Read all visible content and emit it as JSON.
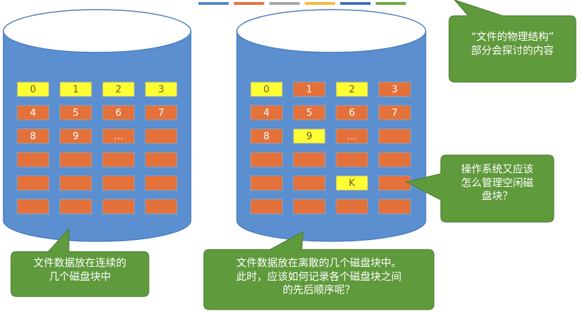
{
  "colors": {
    "cylinder": "#5b8fd0",
    "cylinder_edge": "#4a7dbd",
    "block_orange": "#e4703a",
    "block_yellow": "#ffff33",
    "block_border": "#9aa2ad",
    "callout_fill": "#5f9a3c",
    "callout_edge": "#4f7f33",
    "legend": [
      "#4f86c6",
      "#e4703a",
      "#a5a5a5",
      "#f5b93b",
      "#3e6fc1",
      "#6aaa44"
    ]
  },
  "left_disk": {
    "rows": [
      [
        {
          "label": "0",
          "state": "yellow"
        },
        {
          "label": "1",
          "state": "yellow"
        },
        {
          "label": "2",
          "state": "yellow"
        },
        {
          "label": "3",
          "state": "yellow"
        }
      ],
      [
        {
          "label": "4",
          "state": "orange"
        },
        {
          "label": "5",
          "state": "orange"
        },
        {
          "label": "6",
          "state": "orange"
        },
        {
          "label": "7",
          "state": "orange"
        }
      ],
      [
        {
          "label": "8",
          "state": "orange"
        },
        {
          "label": "9",
          "state": "orange"
        },
        {
          "label": "…",
          "state": "orange"
        },
        {
          "label": "",
          "state": "orange"
        }
      ],
      [
        {
          "label": "",
          "state": "orange"
        },
        {
          "label": "",
          "state": "orange"
        },
        {
          "label": "",
          "state": "orange"
        },
        {
          "label": "",
          "state": "orange"
        }
      ],
      [
        {
          "label": "",
          "state": "orange"
        },
        {
          "label": "",
          "state": "orange"
        },
        {
          "label": "",
          "state": "orange"
        },
        {
          "label": "",
          "state": "orange"
        }
      ],
      [
        {
          "label": "",
          "state": "orange"
        },
        {
          "label": "",
          "state": "orange"
        },
        {
          "label": "",
          "state": "orange"
        },
        {
          "label": "",
          "state": "orange"
        }
      ]
    ]
  },
  "right_disk": {
    "rows": [
      [
        {
          "label": "0",
          "state": "yellow"
        },
        {
          "label": "1",
          "state": "orange"
        },
        {
          "label": "2",
          "state": "yellow"
        },
        {
          "label": "3",
          "state": "orange"
        }
      ],
      [
        {
          "label": "4",
          "state": "orange"
        },
        {
          "label": "5",
          "state": "orange"
        },
        {
          "label": "6",
          "state": "orange"
        },
        {
          "label": "7",
          "state": "orange"
        }
      ],
      [
        {
          "label": "8",
          "state": "orange"
        },
        {
          "label": "9",
          "state": "yellow"
        },
        {
          "label": "…",
          "state": "orange"
        },
        {
          "label": "",
          "state": "orange"
        }
      ],
      [
        {
          "label": "",
          "state": "orange"
        },
        {
          "label": "",
          "state": "orange"
        },
        {
          "label": "",
          "state": "orange"
        },
        {
          "label": "",
          "state": "orange"
        }
      ],
      [
        {
          "label": "",
          "state": "orange"
        },
        {
          "label": "",
          "state": "orange"
        },
        {
          "label": "K",
          "state": "yellow"
        },
        {
          "label": "",
          "state": "orange"
        }
      ],
      [
        {
          "label": "",
          "state": "orange"
        },
        {
          "label": "",
          "state": "orange"
        },
        {
          "label": "",
          "state": "orange"
        },
        {
          "label": "",
          "state": "orange"
        }
      ]
    ]
  },
  "callouts": {
    "physical_structure": "“文件的物理结构”\n部分会探讨的内容",
    "contiguous": "文件数据放在连续的\n几个磁盘块中",
    "scattered": "文件数据放在离散的几个磁盘块中。\n此时，应该如何记录各个磁盘块之间\n的先后顺序呢？",
    "free_space": "操作系统又应该\n怎么管理空闲磁\n盘块？"
  }
}
